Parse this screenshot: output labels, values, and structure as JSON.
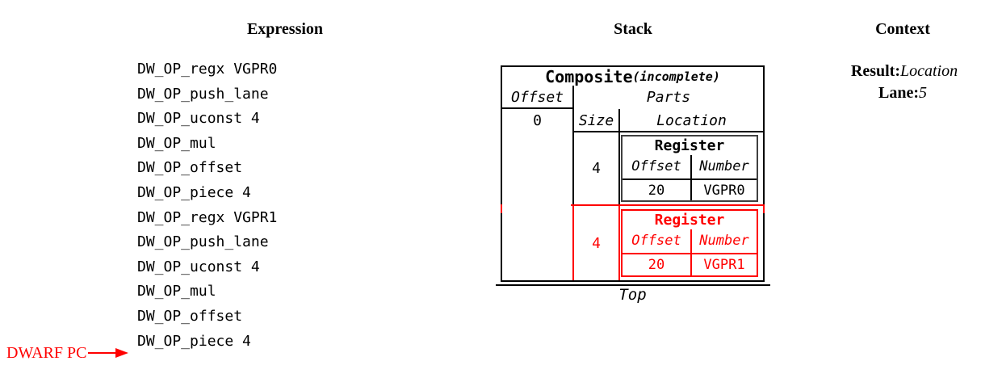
{
  "expression": {
    "title": "Expression",
    "items": [
      "DW_OP_regx VGPR0",
      "DW_OP_push_lane",
      "DW_OP_uconst 4",
      "DW_OP_mul",
      "DW_OP_offset",
      "DW_OP_piece 4",
      "DW_OP_regx VGPR1",
      "DW_OP_push_lane",
      "DW_OP_uconst 4",
      "DW_OP_mul",
      "DW_OP_offset",
      "DW_OP_piece 4"
    ]
  },
  "pointer": {
    "label": "DWARF PC"
  },
  "stack": {
    "title": "Stack",
    "top_label": "Top",
    "composite": {
      "title": "Composite",
      "qualifier": "(incomplete)",
      "offset_header": "Offset",
      "parts_header": "Parts",
      "offset_value": "0",
      "size_header": "Size",
      "location_header": "Location",
      "parts": [
        {
          "size": "4",
          "highlighted": false,
          "location": {
            "title": "Register",
            "offset_header": "Offset",
            "number_header": "Number",
            "offset_value": "20",
            "number_value": "VGPR0"
          }
        },
        {
          "size": "4",
          "highlighted": true,
          "location": {
            "title": "Register",
            "offset_header": "Offset",
            "number_header": "Number",
            "offset_value": "20",
            "number_value": "VGPR1"
          }
        }
      ]
    }
  },
  "context": {
    "title": "Context",
    "fields": [
      {
        "label": "Result:",
        "value": "Location"
      },
      {
        "label": "Lane:",
        "value": "5"
      }
    ]
  },
  "colors": {
    "highlight": "#ff0000",
    "text": "#000000",
    "nested_border": "#404040",
    "background": "#ffffff"
  }
}
